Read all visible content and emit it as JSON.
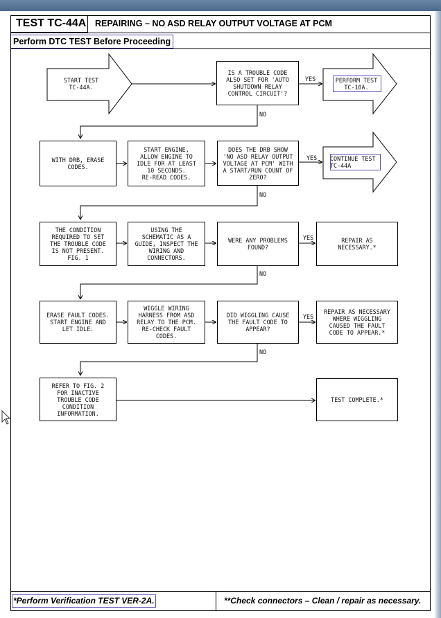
{
  "header": {
    "test_id": "TEST TC-44A",
    "title": "REPAIRING – NO ASD RELAY OUTPUT VOLTAGE AT PCM",
    "precondition": "Perform DTC TEST Before Proceeding"
  },
  "flow": {
    "start": "START TEST\nTC-44A.",
    "q1": "IS A TROUBLE CODE\nALSO SET FOR 'AUTO\nSHUTDOWN RELAY\nCONTROL CIRCUIT'?",
    "a1_yes": "PERFORM TEST\nTC-10A.",
    "erase": "WITH DRB, ERASE\nCODES.",
    "start_engine": "START ENGINE,\nALLOW ENGINE TO\nIDLE FOR AT LEAST\n10 SECONDS.\nRE-READ CODES.",
    "q2": "DOES THE DRB SHOW\n'NO ASD RELAY OUTPUT\nVOLTAGE AT PCM' WITH\nA START/RUN COUNT OF\nZERO?",
    "a2_yes": "CONTINUE TEST\nTC-44A",
    "condition": "THE CONDITION\nREQUIRED TO SET\nTHE TROUBLE CODE\nIS NOT PRESENT.\nFIG. 1",
    "schematic": "USING THE\nSCHEMATIC AS A\nGUIDE, INSPECT THE\nWIRING AND\nCONNECTORS.",
    "q3": "WERE ANY PROBLEMS\nFOUND?",
    "a3_yes": "REPAIR AS\nNECESSARY.*",
    "erase_fault": "ERASE FAULT CODES.\nSTART ENGINE AND\nLET IDLE.",
    "wiggle": "WIGGLE WIRING\nHARNESS FROM ASD\nRELAY TO THE PCM.\nRE-CHECK FAULT\nCODES.",
    "q4": "DID WIGGLING CAUSE\nTHE FAULT CODE TO\nAPPEAR?",
    "a4_yes": "REPAIR AS NECESSARY\nWHERE WIGGLING\nCAUSED THE FAULT\nCODE TO APPEAR.*",
    "fig2": "REFER TO FIG. 2\nFOR INACTIVE\nTROUBLE CODE\nCONDITION\nINFORMATION.",
    "complete": "TEST COMPLETE.*",
    "yes": "YES",
    "no": "NO"
  },
  "footer": {
    "left": "*Perform Verification TEST VER-2A.",
    "right": "**Check connectors – Clean / repair as necessary."
  },
  "colors": {
    "highlight": "#5b4bb6",
    "topbar": "#4c6a8c"
  }
}
